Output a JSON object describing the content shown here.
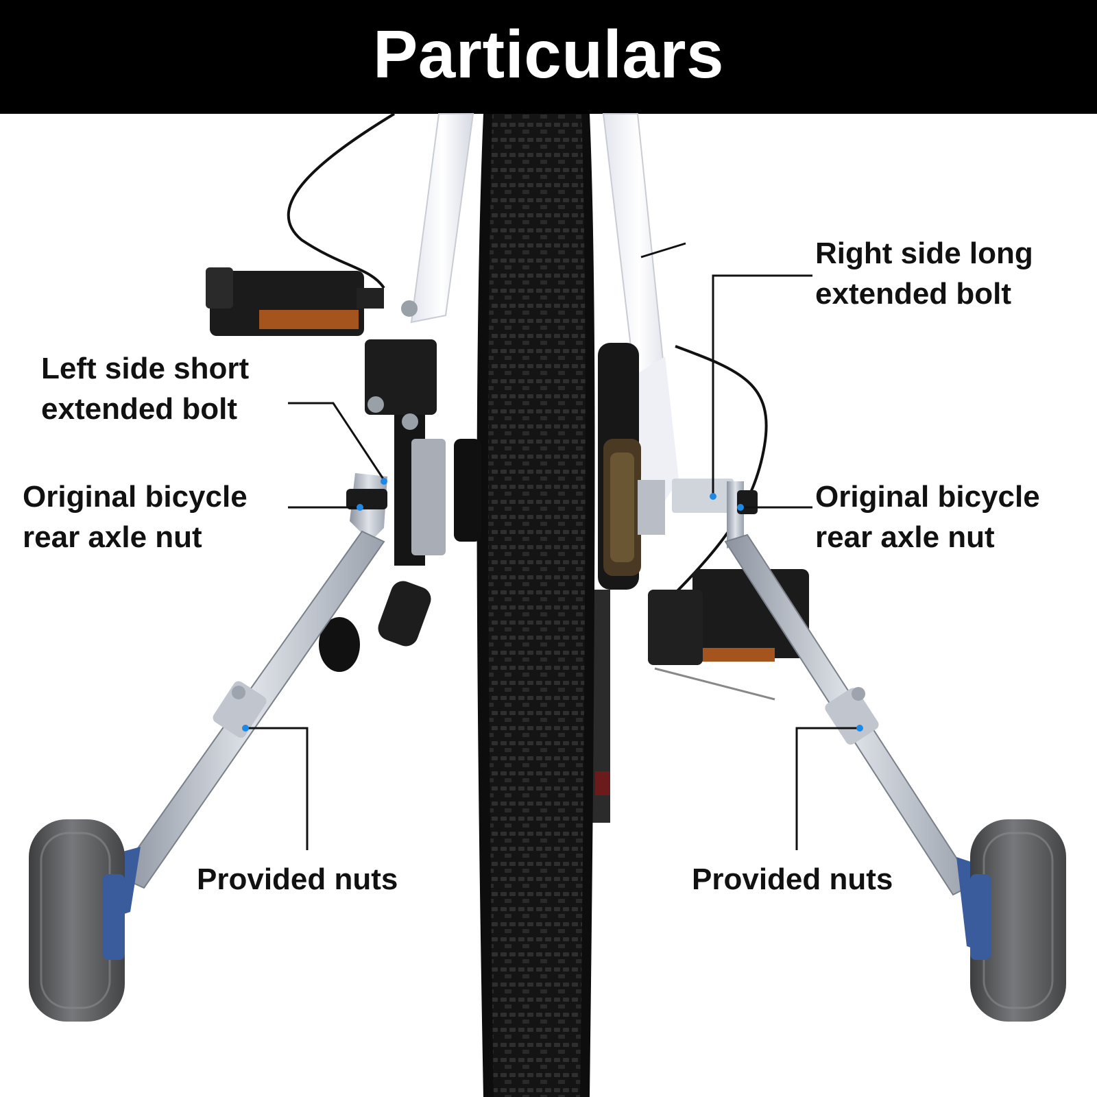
{
  "header": {
    "title": "Particulars"
  },
  "callouts": {
    "right_side_bolt": {
      "line1": "Right side long",
      "line2": "extended bolt"
    },
    "left_side_bolt": {
      "line1": "Left side short",
      "line2": "extended bolt"
    },
    "axle_nut_left": {
      "line1": "Original bicycle",
      "line2": "rear axle nut"
    },
    "axle_nut_right": {
      "line1": "Original bicycle",
      "line2": "rear axle nut"
    },
    "nuts_left": "Provided nuts",
    "nuts_right": "Provided nuts"
  },
  "colors": {
    "header_bg": "#000000",
    "header_text": "#ffffff",
    "tire": "#1a1a1a",
    "frame": "#f4f5f8",
    "bracket": "#b9bec7",
    "wheel": "#5c5d60",
    "hub_blue": "#3a5b9c",
    "marker": "#1e88e5"
  }
}
